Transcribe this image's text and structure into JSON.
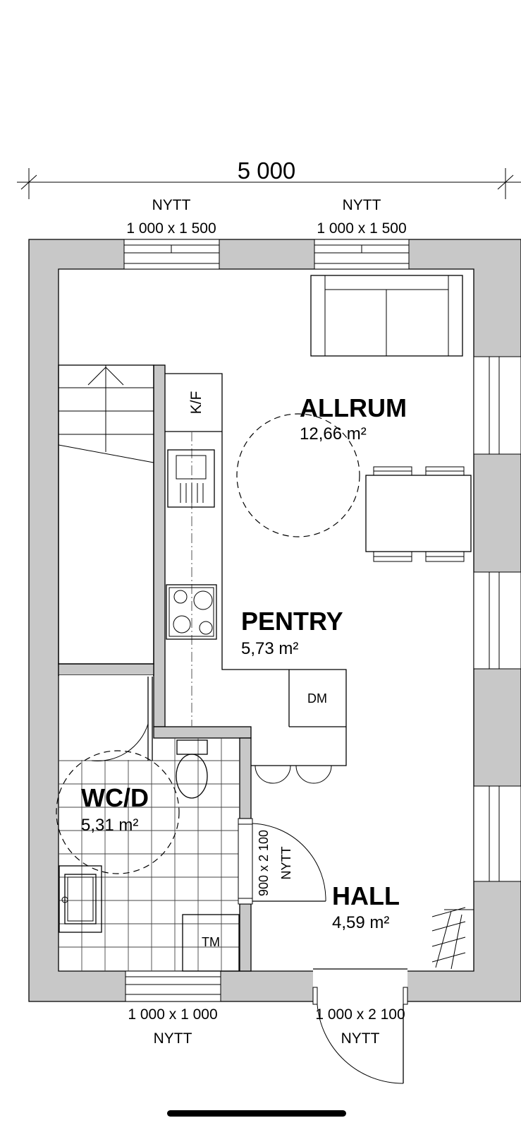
{
  "dimensions": {
    "overall_width": "5 000"
  },
  "windows": {
    "top_left": {
      "status": "NYTT",
      "size": "1 000 x 1 500"
    },
    "top_right": {
      "status": "NYTT",
      "size": "1 000 x 1 500"
    },
    "bottom_left": {
      "status": "NYTT",
      "size": "1 000 x 1 000"
    }
  },
  "doors": {
    "interior_wc": {
      "status": "NYTT",
      "size": "900 x 2 100"
    },
    "entrance": {
      "status": "NYTT",
      "size": "1 000 x 2 100"
    }
  },
  "rooms": {
    "allrum": {
      "name": "ALLRUM",
      "area": "12,66 m²"
    },
    "pentry": {
      "name": "PENTRY",
      "area": "5,73 m²"
    },
    "wcd": {
      "name": "WC/D",
      "area": "5,31 m²"
    },
    "hall": {
      "name": "HALL",
      "area": "4,59 m²"
    }
  },
  "appliances": {
    "fridge_freezer": "K/F",
    "dishwasher": "DM",
    "washing_machine": "TM"
  }
}
